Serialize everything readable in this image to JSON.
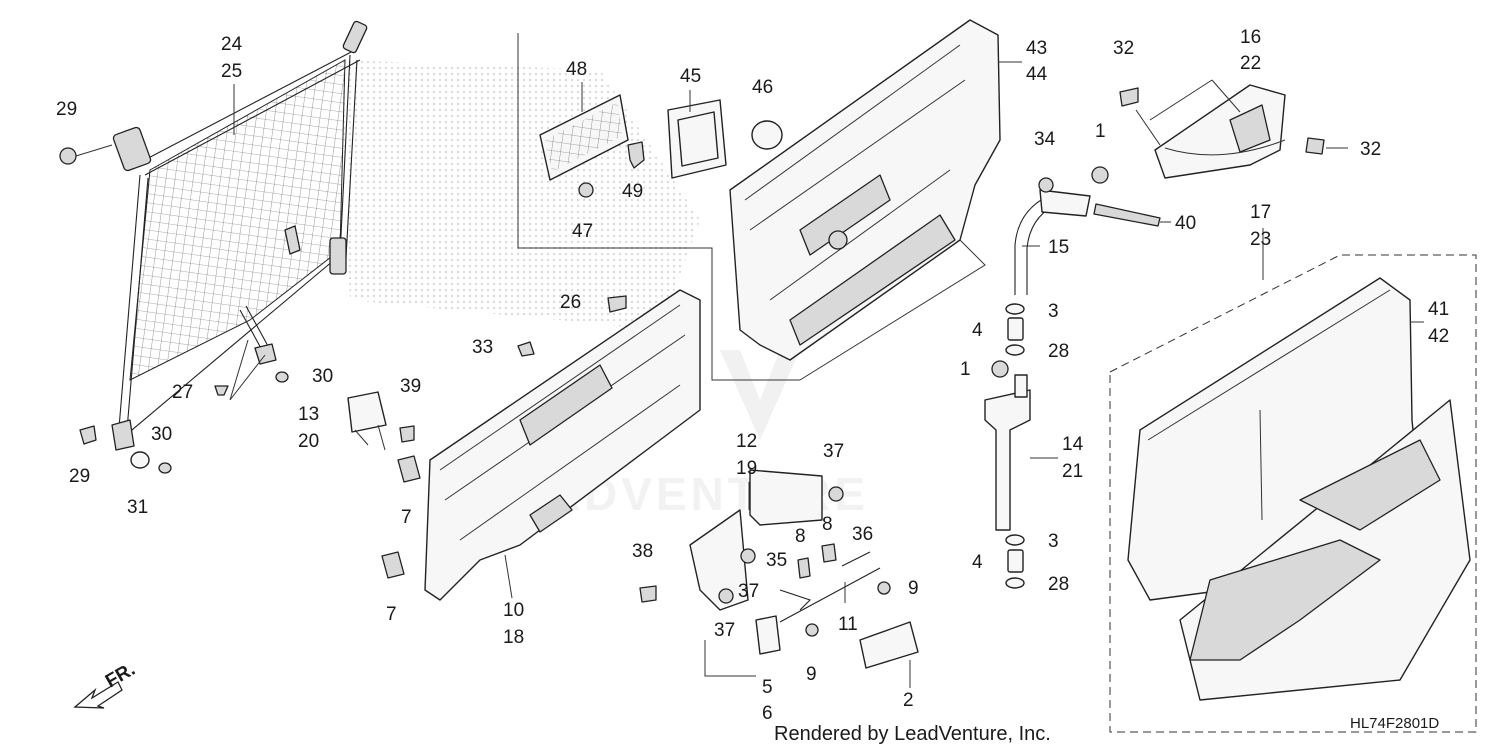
{
  "callouts": [
    {
      "id": "c-24",
      "text": "24"
    },
    {
      "id": "c-25",
      "text": "25"
    },
    {
      "id": "c-29a",
      "text": "29"
    },
    {
      "id": "c-29b",
      "text": "29"
    },
    {
      "id": "c-27",
      "text": "27"
    },
    {
      "id": "c-30a",
      "text": "30"
    },
    {
      "id": "c-30b",
      "text": "30"
    },
    {
      "id": "c-31",
      "text": "31"
    },
    {
      "id": "c-48",
      "text": "48"
    },
    {
      "id": "c-45",
      "text": "45"
    },
    {
      "id": "c-46",
      "text": "46"
    },
    {
      "id": "c-47",
      "text": "47"
    },
    {
      "id": "c-49",
      "text": "49"
    },
    {
      "id": "c-43",
      "text": "43"
    },
    {
      "id": "c-44",
      "text": "44"
    },
    {
      "id": "c-32a",
      "text": "32"
    },
    {
      "id": "c-32b",
      "text": "32"
    },
    {
      "id": "c-16",
      "text": "16"
    },
    {
      "id": "c-22",
      "text": "22"
    },
    {
      "id": "c-34",
      "text": "34"
    },
    {
      "id": "c-1a",
      "text": "1"
    },
    {
      "id": "c-1b",
      "text": "1"
    },
    {
      "id": "c-40",
      "text": "40"
    },
    {
      "id": "c-15",
      "text": "15"
    },
    {
      "id": "c-3a",
      "text": "3"
    },
    {
      "id": "c-3b",
      "text": "3"
    },
    {
      "id": "c-4a",
      "text": "4"
    },
    {
      "id": "c-4b",
      "text": "4"
    },
    {
      "id": "c-28a",
      "text": "28"
    },
    {
      "id": "c-28b",
      "text": "28"
    },
    {
      "id": "c-14",
      "text": "14"
    },
    {
      "id": "c-21",
      "text": "21"
    },
    {
      "id": "c-17",
      "text": "17"
    },
    {
      "id": "c-23",
      "text": "23"
    },
    {
      "id": "c-41",
      "text": "41"
    },
    {
      "id": "c-42",
      "text": "42"
    },
    {
      "id": "c-26",
      "text": "26"
    },
    {
      "id": "c-33",
      "text": "33"
    },
    {
      "id": "c-39",
      "text": "39"
    },
    {
      "id": "c-13",
      "text": "13"
    },
    {
      "id": "c-20",
      "text": "20"
    },
    {
      "id": "c-7a",
      "text": "7"
    },
    {
      "id": "c-7b",
      "text": "7"
    },
    {
      "id": "c-10",
      "text": "10"
    },
    {
      "id": "c-18",
      "text": "18"
    },
    {
      "id": "c-12",
      "text": "12"
    },
    {
      "id": "c-19",
      "text": "19"
    },
    {
      "id": "c-37a",
      "text": "37"
    },
    {
      "id": "c-37b",
      "text": "37"
    },
    {
      "id": "c-37c",
      "text": "37"
    },
    {
      "id": "c-38",
      "text": "38"
    },
    {
      "id": "c-8a",
      "text": "8"
    },
    {
      "id": "c-8b",
      "text": "8"
    },
    {
      "id": "c-36",
      "text": "36"
    },
    {
      "id": "c-35",
      "text": "35"
    },
    {
      "id": "c-9a",
      "text": "9"
    },
    {
      "id": "c-9b",
      "text": "9"
    },
    {
      "id": "c-11",
      "text": "11"
    },
    {
      "id": "c-5",
      "text": "5"
    },
    {
      "id": "c-6",
      "text": "6"
    },
    {
      "id": "c-2",
      "text": "2"
    }
  ],
  "front_marker": "FR.",
  "credit": "Rendered by LeadVenture, Inc.",
  "diagram_code": "HL74F2801D",
  "watermark": "LEADVENTURE"
}
